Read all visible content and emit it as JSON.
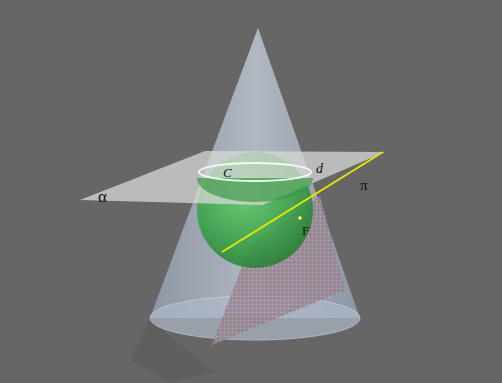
{
  "diagram": {
    "labels": [
      "α",
      "C",
      "d",
      "π",
      "F"
    ]
  }
}
